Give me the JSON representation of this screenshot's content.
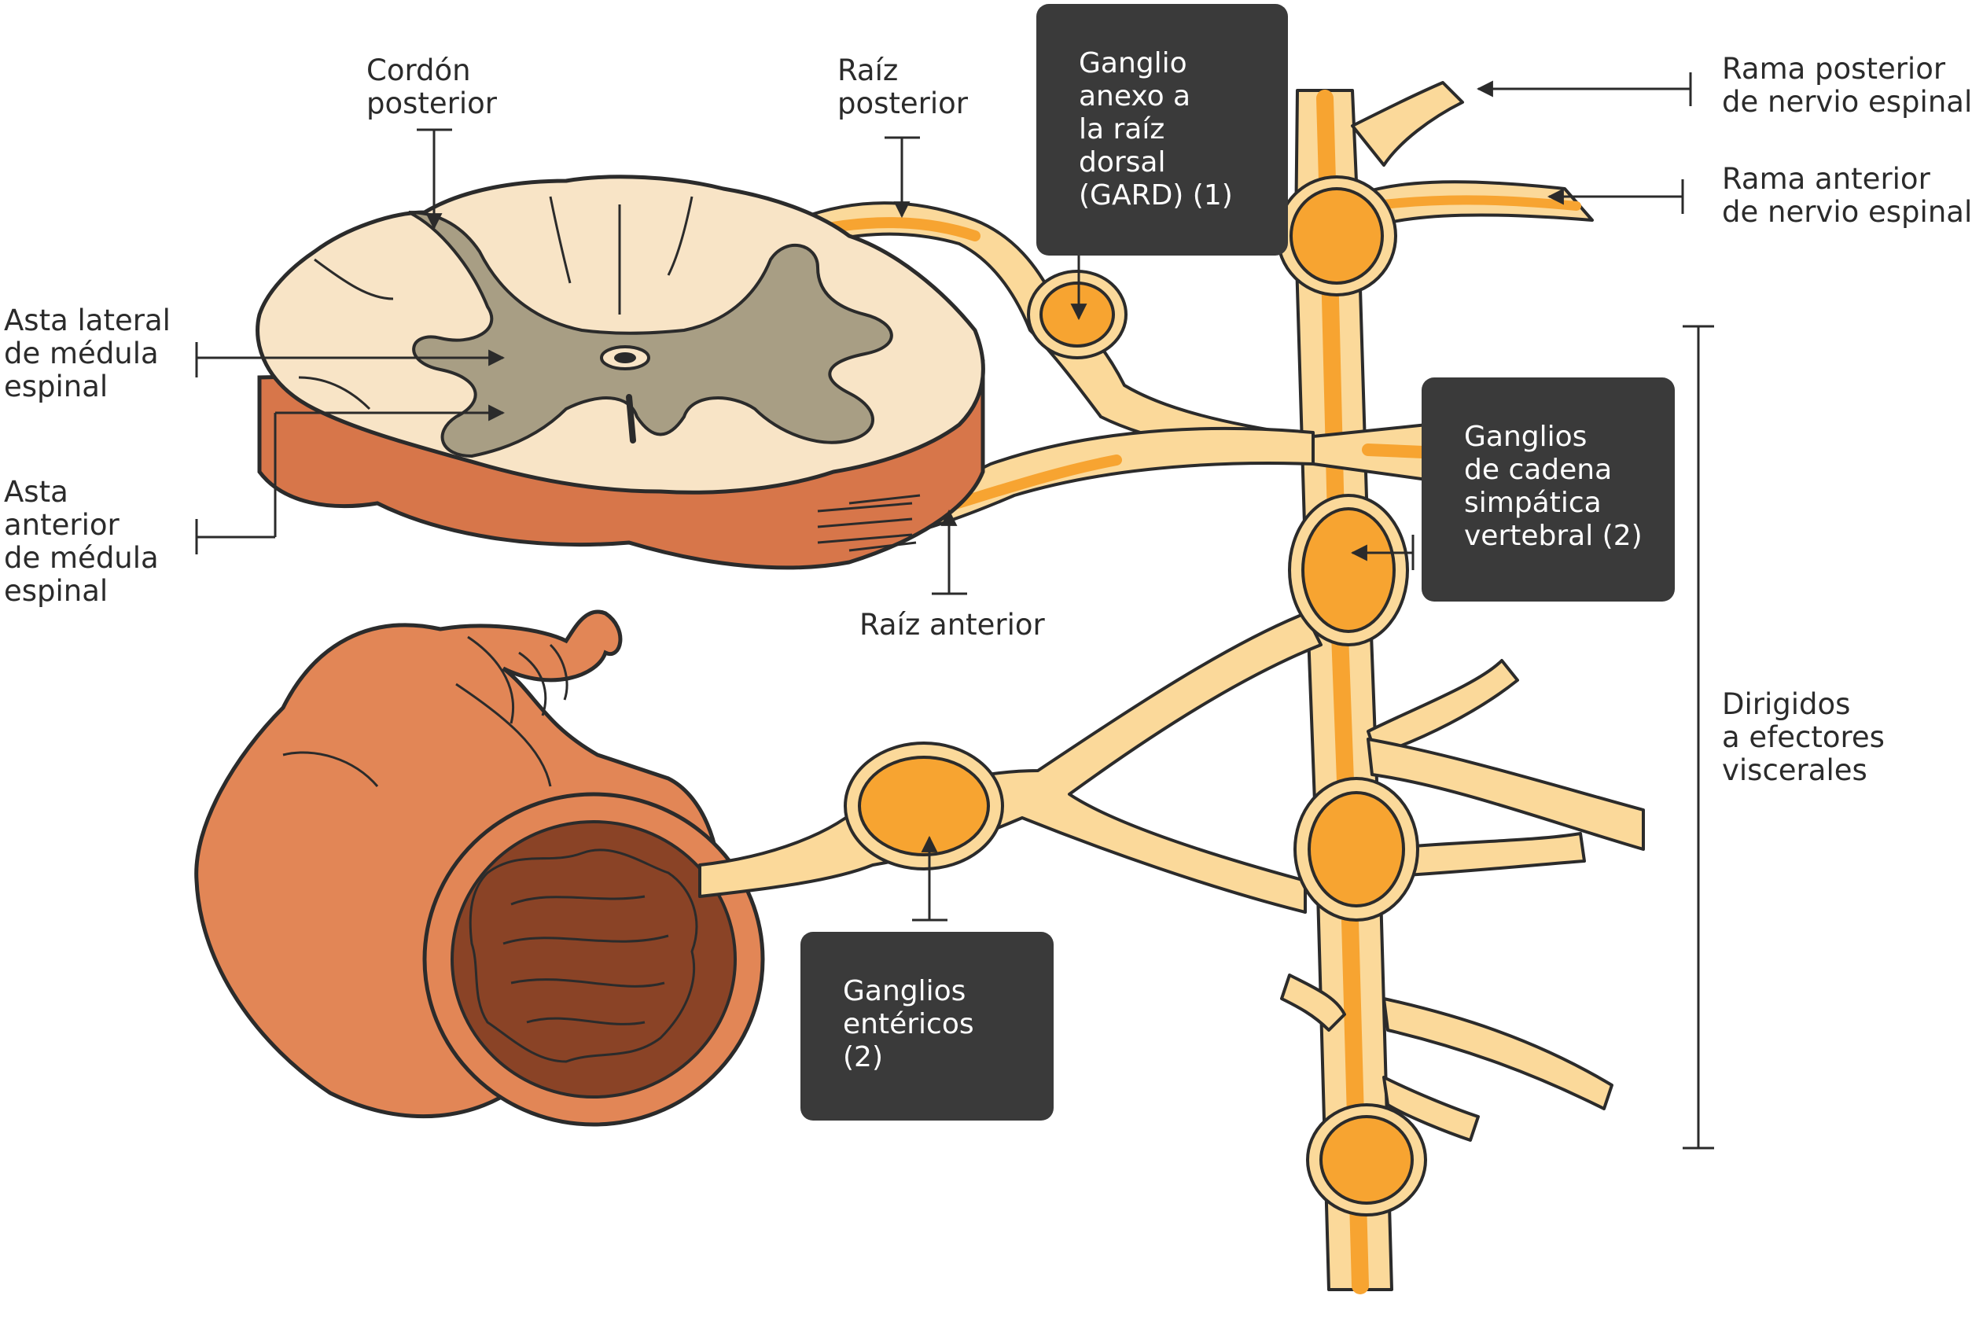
{
  "labels": {
    "cordon_posterior": [
      "Cordón",
      "posterior"
    ],
    "raiz_posterior": [
      "Raíz",
      "posterior"
    ],
    "asta_lateral": [
      "Asta lateral",
      "de médula",
      "espinal"
    ],
    "asta_anterior": [
      "Asta",
      "anterior",
      "de médula",
      "espinal"
    ],
    "raiz_anterior": [
      "Raíz anterior"
    ],
    "rama_posterior": [
      "Rama posterior",
      "de nervio espinal"
    ],
    "rama_anterior": [
      "Rama anterior",
      "de nervio espinal"
    ],
    "dirigidos": [
      "Dirigidos",
      "a efectores",
      "viscerales"
    ]
  },
  "boxes": {
    "gard": [
      "Ganglio",
      "anexo a",
      "la raíz",
      "dorsal",
      "(GARD) (1)"
    ],
    "cadena": [
      "Ganglios",
      "de cadena",
      "simpática",
      "vertebral (2)"
    ],
    "entericos": [
      "Ganglios",
      "entéricos",
      "(2)"
    ]
  },
  "colors": {
    "box_bg": "#3a3a3a",
    "nerve_fill": "#fbd99a",
    "ganglion_fill": "#f7a431",
    "white_matter": "#f8e4c6",
    "gray_matter": "#a89e84",
    "cord_side": "#d7764a",
    "intestine": "#e28656",
    "lumen": "#8a4326"
  }
}
